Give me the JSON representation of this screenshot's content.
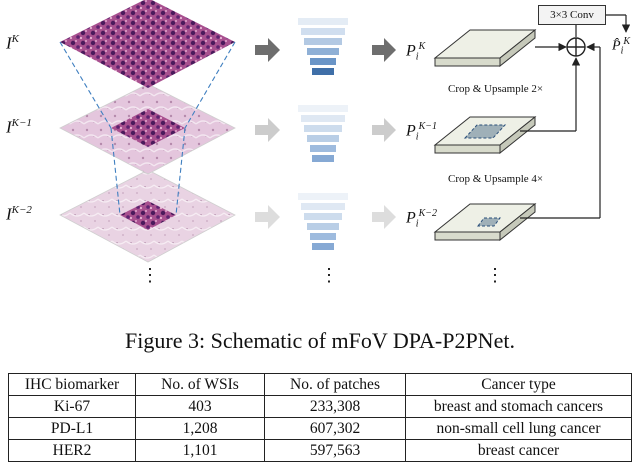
{
  "figure": {
    "levels": [
      {
        "base": "I",
        "sup": "K"
      },
      {
        "base": "I",
        "sup": "K−1"
      },
      {
        "base": "I",
        "sup": "K−2"
      }
    ],
    "outputs": [
      {
        "base": "P",
        "sub": "i",
        "sup": "K"
      },
      {
        "base": "P",
        "sub": "i",
        "sup": "K−1"
      },
      {
        "base": "P",
        "sub": "i",
        "sup": "K−2"
      }
    ],
    "final_output": {
      "base": "P̂",
      "sub": "i",
      "sup": "K"
    },
    "conv_label": "3×3 Conv",
    "crop_upsample_2": "Crop & Upsample 2×",
    "crop_upsample_4": "Crop & Upsample 4×",
    "ellipsis": "⋮"
  },
  "caption": "Figure 3: Schematic of mFoV DPA-P2PNet.",
  "table": {
    "headers": [
      "IHC biomarker",
      "No. of WSIs",
      "No. of patches",
      "Cancer type"
    ],
    "rows": [
      [
        "Ki-67",
        "403",
        "233,308",
        "breast and stomach cancers"
      ],
      [
        "PD-L1",
        "1,208",
        "607,302",
        "non-small cell lung cancer"
      ],
      [
        "HER2",
        "1,101",
        "597,563",
        "breast cancer"
      ]
    ]
  }
}
